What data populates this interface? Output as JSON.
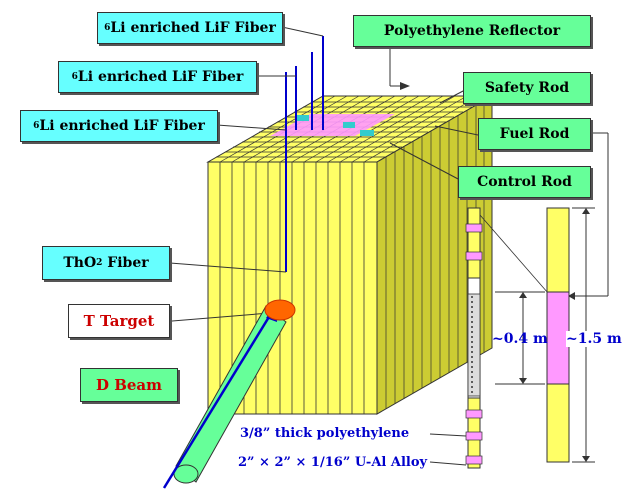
{
  "labels": {
    "lif_fiber_1": {
      "sup": "6",
      "text": "Li enriched LiF Fiber"
    },
    "lif_fiber_2": {
      "sup": "6",
      "text": "Li enriched LiF Fiber"
    },
    "lif_fiber_3": {
      "sup": "6",
      "text": "Li enriched LiF Fiber"
    },
    "tho2_fiber": {
      "main": "ThO",
      "sub": "2",
      "tail": " Fiber"
    },
    "t_target": "T Target",
    "d_beam": "D Beam",
    "polyethylene_reflector": "Polyethylene Reflector",
    "safety_rod": "Safety Rod",
    "fuel_rod": "Fuel Rod",
    "control_rod": "Control Rod",
    "poly_thickness": "3/8” thick polyethylene",
    "alloy": "2” × 2” × 1/16” U-Al Alloy",
    "length_short": "~0.4 m",
    "length_long": "~1.5 m"
  },
  "colors": {
    "fuel_yellow": "#ffff66",
    "poly_pink": "#ff99ff",
    "label_cyan": "#66ffff",
    "label_green": "#66ff99",
    "fiber_blue": "#0000cc",
    "target_orange": "#ff6600",
    "beam_green": "#66ff99"
  }
}
